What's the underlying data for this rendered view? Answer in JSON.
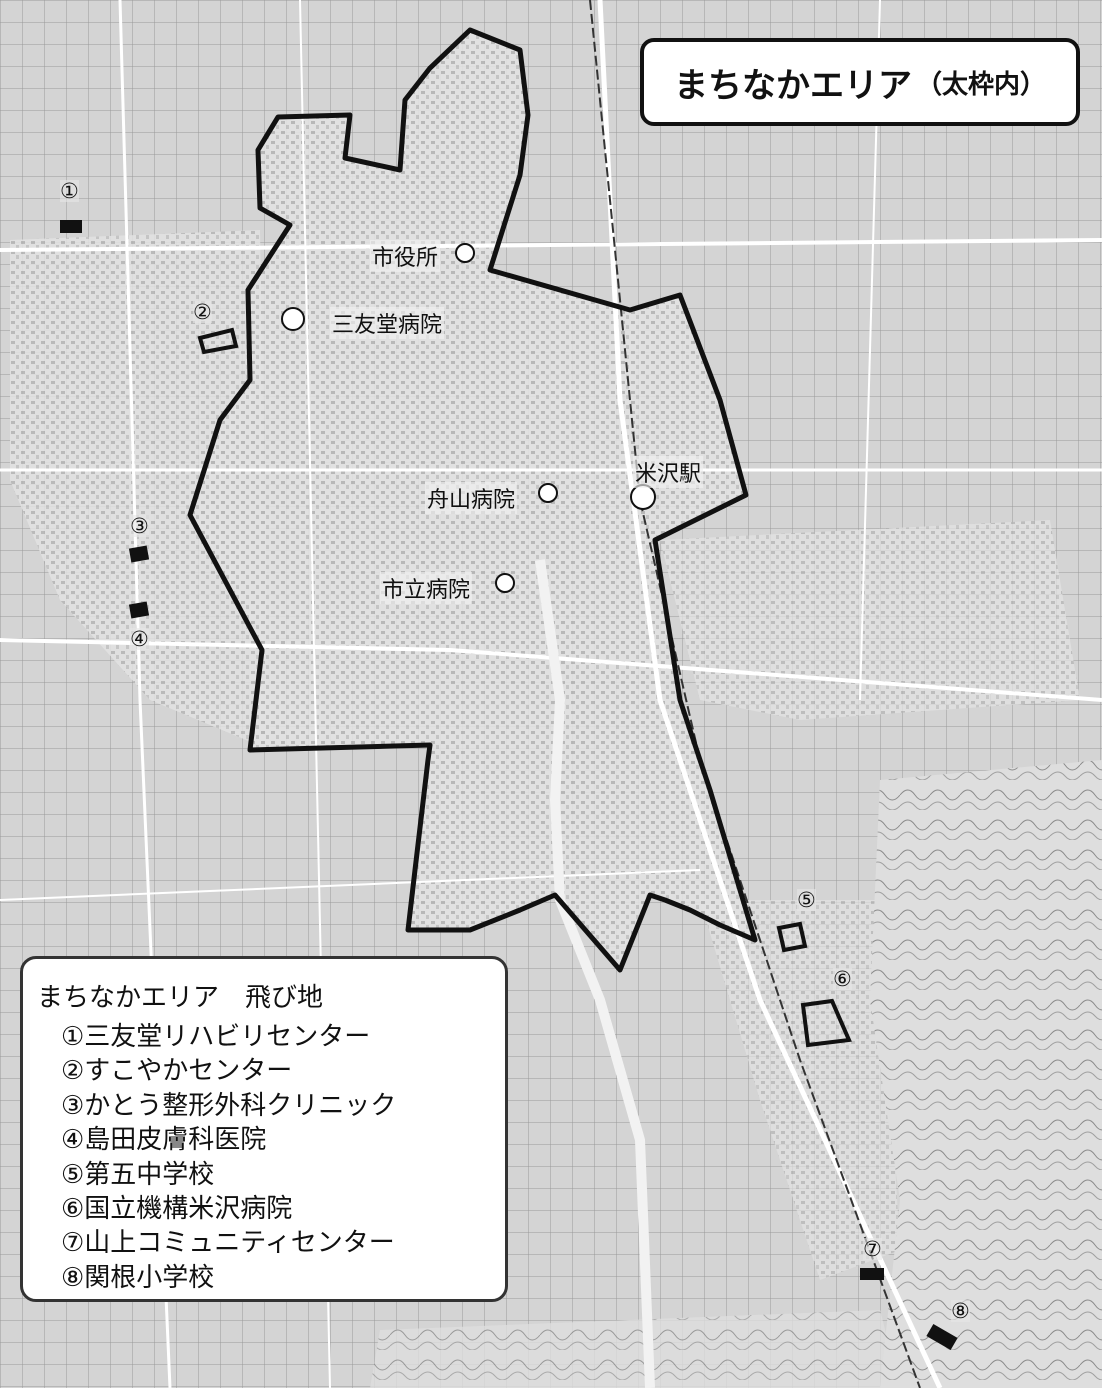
{
  "title": {
    "main": "まちなかエリア",
    "paren": "（太枠内）"
  },
  "landmarks": [
    {
      "id": "city-hall",
      "label": "市役所"
    },
    {
      "id": "sanyudo-hospital",
      "label": "三友堂病院"
    },
    {
      "id": "yonezawa-station",
      "label": "米沢駅"
    },
    {
      "id": "funayama-hospital",
      "label": "舟山病院"
    },
    {
      "id": "municipal-hospital",
      "label": "市立病院"
    }
  ],
  "enclave_markers": [
    "①",
    "②",
    "③",
    "④",
    "⑤",
    "⑥",
    "⑦",
    "⑧"
  ],
  "legend": {
    "heading": "まちなかエリア　飛び地",
    "items": [
      "①三友堂リハビリセンター",
      "②すこやかセンター",
      "③かとう整形外科クリニック",
      "④島田皮膚科医院",
      "⑤第五中学校",
      "⑥国立機構米沢病院",
      "⑦山上コミュニティセンター",
      "⑧関根小学校"
    ]
  },
  "colors": {
    "boundary": "#111111",
    "map_bg": "#d9d9d9",
    "roads": "#ffffff",
    "fields": "#bdbdbd"
  }
}
